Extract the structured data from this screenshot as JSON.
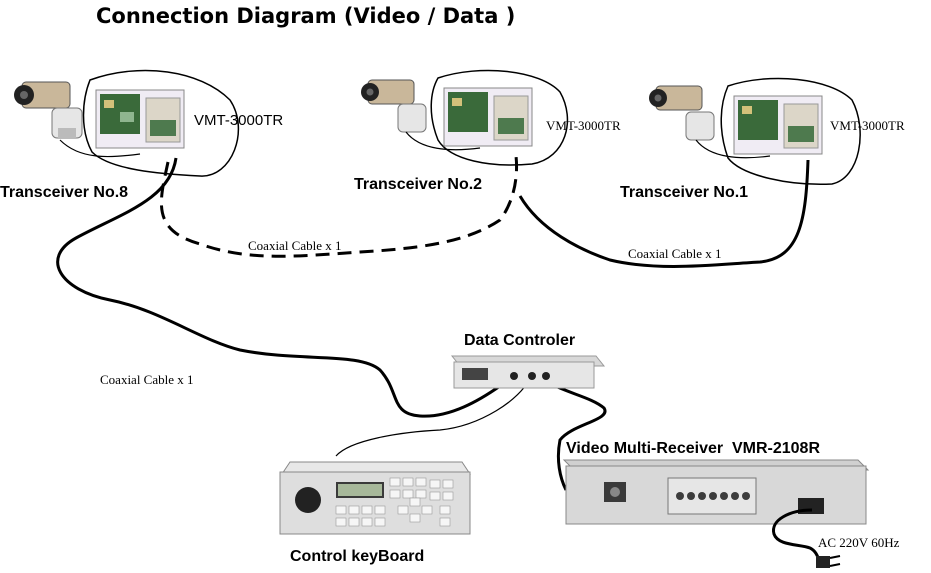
{
  "title": "Connection Diagram (Video / Data )",
  "transceivers": [
    {
      "name": "Transceiver No.8",
      "model": "VMT-3000TR"
    },
    {
      "name": "Transceiver No.2",
      "model": "VMT-3000TR"
    },
    {
      "name": "Transceiver No.1",
      "model": "VMT-3000TR"
    }
  ],
  "cables": {
    "dashed": "Coaxial Cable x 1",
    "right": "Coaxial Cable x 1",
    "left": "Coaxial Cable x 1"
  },
  "data_controller": "Data Controler",
  "receiver": "Video Multi-Receiver  VMR-2108R",
  "keyboard": "Control keyBoard",
  "power": "AC 220V 60Hz"
}
